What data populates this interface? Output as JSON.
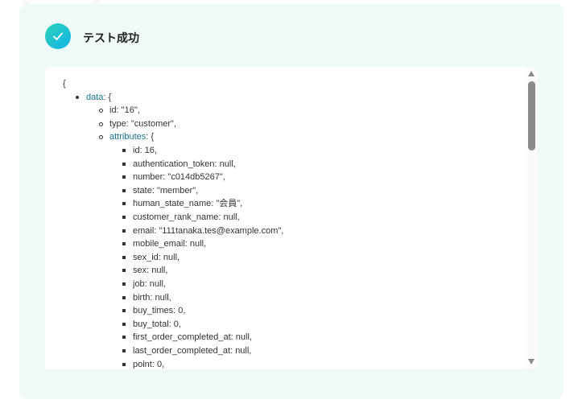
{
  "header": {
    "title": "テスト成功",
    "icon": "check-circle-icon"
  },
  "colors": {
    "accent": "#13b3e8",
    "key": "#1b7390",
    "card_bg": "#eff9f7"
  },
  "json_lines": [
    {
      "level": 0,
      "text": "{"
    },
    {
      "level": 1,
      "key": "data",
      "text": ": {"
    },
    {
      "level": 2,
      "text": "id: \"16\","
    },
    {
      "level": 2,
      "text": "type: \"customer\","
    },
    {
      "level": 2,
      "key": "attributes",
      "text": ": {"
    },
    {
      "level": 3,
      "text": "id: 16,"
    },
    {
      "level": 3,
      "text": "authentication_token: null,"
    },
    {
      "level": 3,
      "text": "number: \"c014db5267\","
    },
    {
      "level": 3,
      "text": "state: \"member\","
    },
    {
      "level": 3,
      "text": "human_state_name: \"会員\","
    },
    {
      "level": 3,
      "text": "customer_rank_name: null,"
    },
    {
      "level": 3,
      "text": "email: \"111tanaka.tes@example.com\","
    },
    {
      "level": 3,
      "text": "mobile_email: null,"
    },
    {
      "level": 3,
      "text": "sex_id: null,"
    },
    {
      "level": 3,
      "text": "sex: null,"
    },
    {
      "level": 3,
      "text": "job: null,"
    },
    {
      "level": 3,
      "text": "birth: null,"
    },
    {
      "level": 3,
      "text": "buy_times: 0,"
    },
    {
      "level": 3,
      "text": "buy_total: 0,"
    },
    {
      "level": 3,
      "text": "first_order_completed_at: null,"
    },
    {
      "level": 3,
      "text": "last_order_completed_at: null,"
    },
    {
      "level": 3,
      "text": "point: 0,"
    }
  ]
}
